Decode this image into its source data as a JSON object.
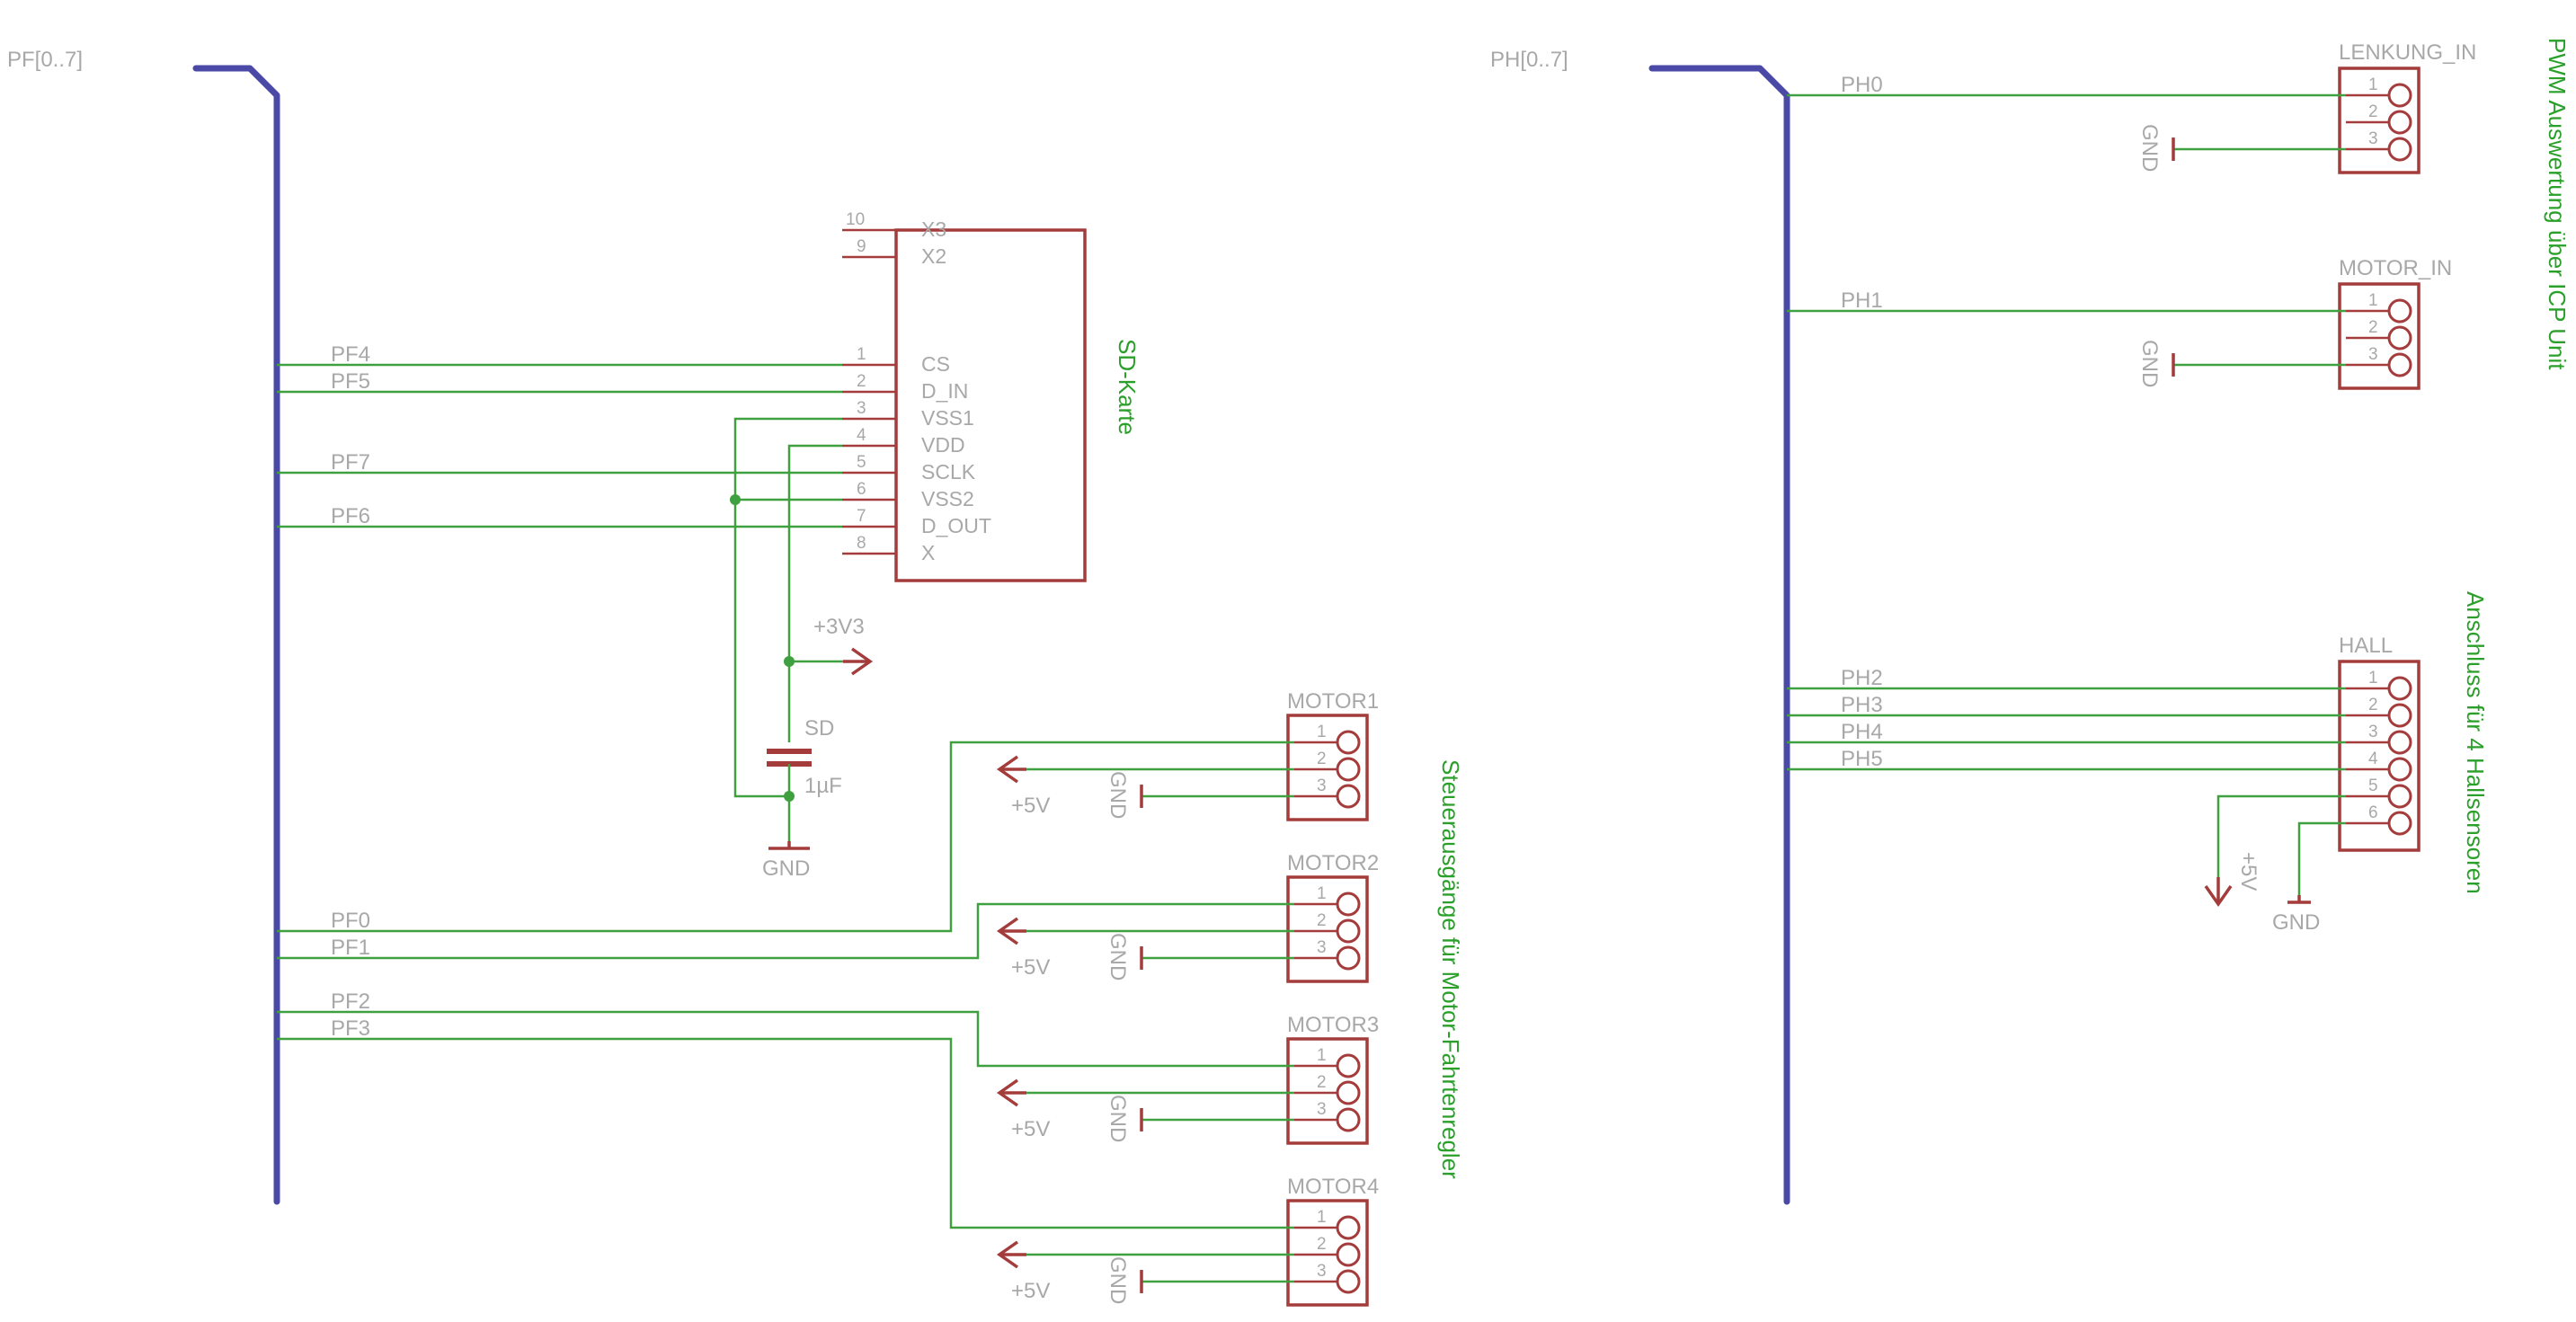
{
  "buses": {
    "pf": {
      "label": "PF[0..7]"
    },
    "ph": {
      "label": "PH[0..7]"
    }
  },
  "sd_card": {
    "description": "SD-Karte",
    "pins": [
      {
        "num": "10",
        "name": "X3"
      },
      {
        "num": "9",
        "name": "X2"
      },
      {
        "num": "1",
        "name": "CS"
      },
      {
        "num": "2",
        "name": "D_IN"
      },
      {
        "num": "3",
        "name": "VSS1"
      },
      {
        "num": "4",
        "name": "VDD"
      },
      {
        "num": "5",
        "name": "SCLK"
      },
      {
        "num": "6",
        "name": "VSS2"
      },
      {
        "num": "7",
        "name": "D_OUT"
      },
      {
        "num": "8",
        "name": "X"
      }
    ],
    "nets": [
      "PF4",
      "PF5",
      "PF7",
      "PF6"
    ]
  },
  "power": {
    "v33": "+3V3",
    "v5": "+5V",
    "gnd": "GND"
  },
  "capacitor": {
    "name": "SD",
    "value": "1µF"
  },
  "motors": {
    "description": "Steuerausgänge für Motor-Fahrtenregler",
    "items": [
      {
        "name": "MOTOR1",
        "net": "PF0",
        "pins": [
          "1",
          "2",
          "3"
        ]
      },
      {
        "name": "MOTOR2",
        "net": "PF1",
        "pins": [
          "1",
          "2",
          "3"
        ]
      },
      {
        "name": "MOTOR3",
        "net": "PF2",
        "pins": [
          "1",
          "2",
          "3"
        ]
      },
      {
        "name": "MOTOR4",
        "net": "PF3",
        "pins": [
          "1",
          "2",
          "3"
        ]
      }
    ]
  },
  "pwm": {
    "description": "PWM Auswertung über ICP Unit",
    "connectors": [
      {
        "name": "LENKUNG_IN",
        "net": "PH0",
        "pins": [
          "1",
          "2",
          "3"
        ]
      },
      {
        "name": "MOTOR_IN",
        "net": "PH1",
        "pins": [
          "1",
          "2",
          "3"
        ]
      }
    ]
  },
  "hall": {
    "name": "HALL",
    "description": "Anschluss für 4 Hallsensoren",
    "nets": [
      "PH2",
      "PH3",
      "PH4",
      "PH5"
    ],
    "pins": [
      "1",
      "2",
      "3",
      "4",
      "5",
      "6"
    ]
  },
  "colors": {
    "bus": "#4a4aa6",
    "net": "#3fa03f",
    "symbol": "#a43c3c",
    "label": "#a8a8a8",
    "description": "#2aa02a"
  }
}
